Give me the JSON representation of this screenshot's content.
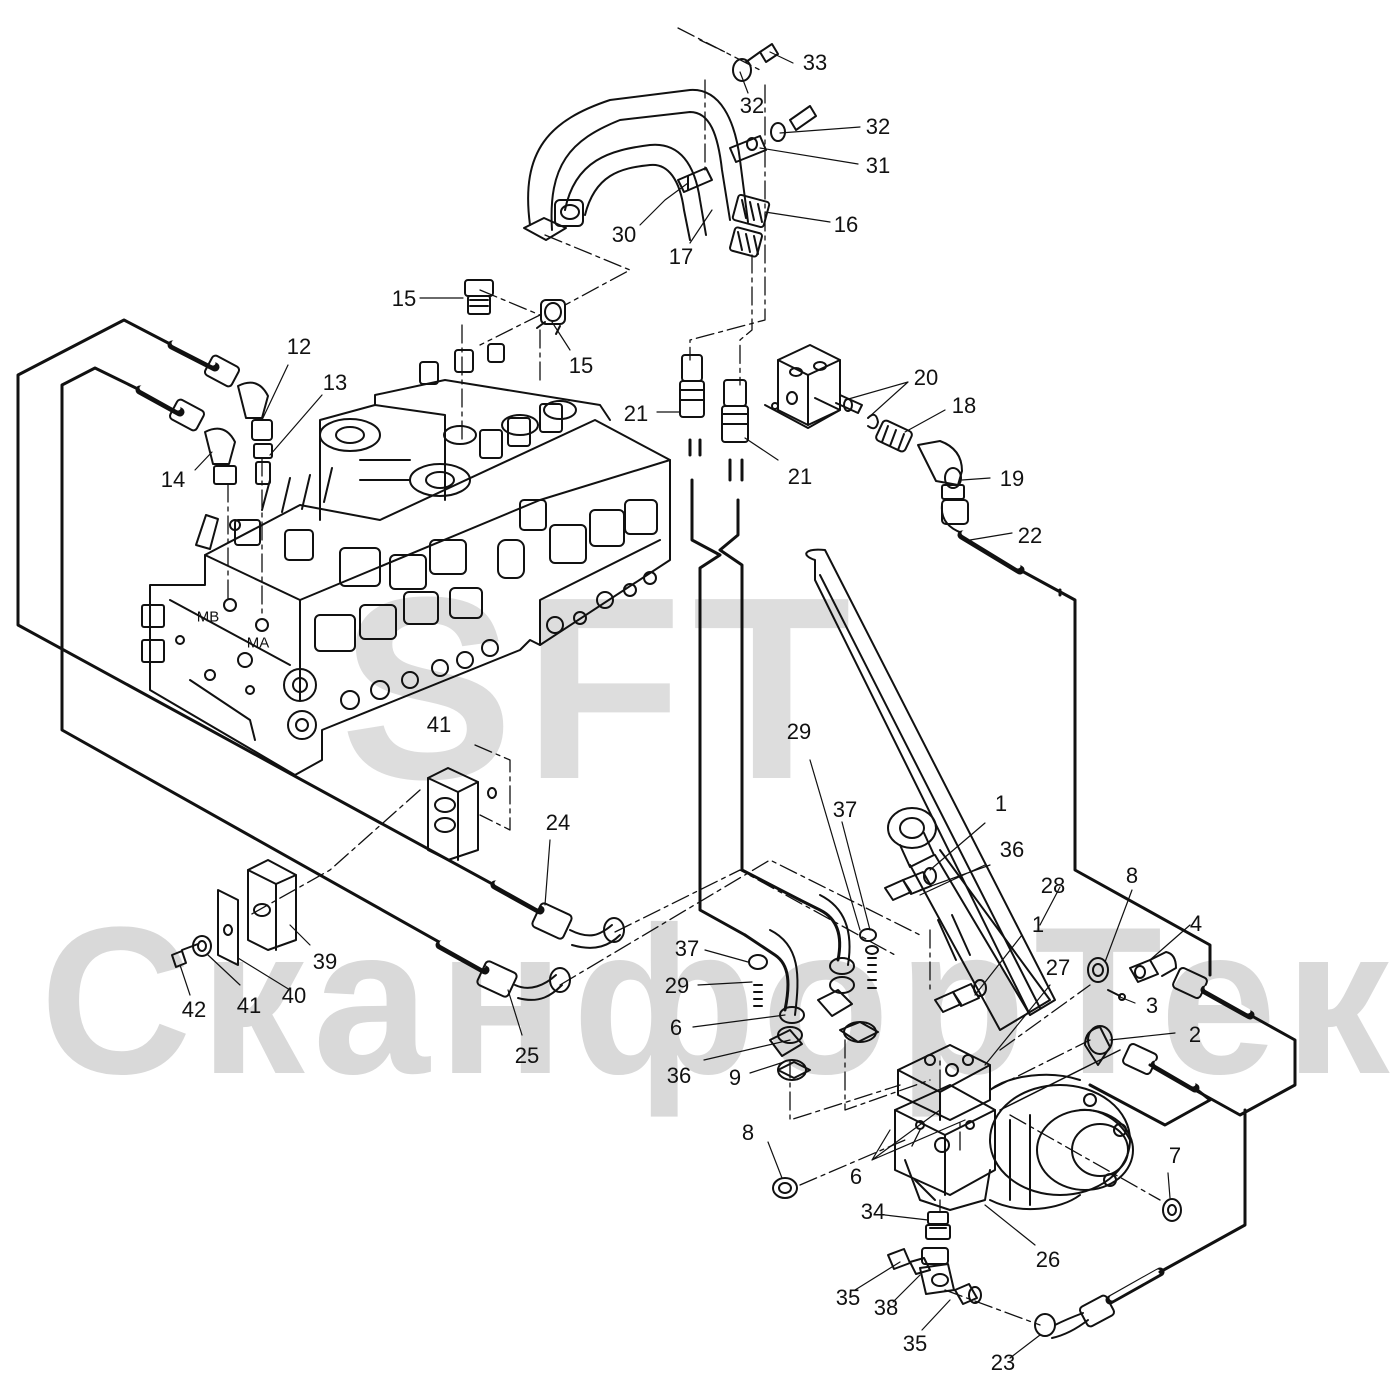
{
  "watermark": {
    "brand": "SFT",
    "company": "СканфорТек"
  },
  "ports": {
    "mb": "MB",
    "ma": "MA"
  },
  "callouts": {
    "c33": "33",
    "c32a": "32",
    "c32b": "32",
    "c31": "31",
    "c16": "16",
    "c30": "30",
    "c17": "17",
    "c15a": "15",
    "c15b": "15",
    "c12": "12",
    "c13": "13",
    "c14": "14",
    "c21a": "21",
    "c21b": "21",
    "c20": "20",
    "c18": "18",
    "c19": "19",
    "c22": "22",
    "c41a": "41",
    "c24": "24",
    "c29a": "29",
    "c37a": "37",
    "c1a": "1",
    "c36a": "36",
    "c28": "28",
    "c8a": "8",
    "c4": "4",
    "c1b": "1",
    "c27": "27",
    "c3": "3",
    "c2": "2",
    "c39": "39",
    "c40": "40",
    "c42": "42",
    "c41b": "41",
    "c25": "25",
    "c37b": "37",
    "c29b": "29",
    "c6a": "6",
    "c36b": "36",
    "c9": "9",
    "c8b": "8",
    "c6b": "6",
    "c7": "7",
    "c34": "34",
    "c26": "26",
    "c35a": "35",
    "c38": "38",
    "c35b": "35",
    "c23": "23"
  }
}
